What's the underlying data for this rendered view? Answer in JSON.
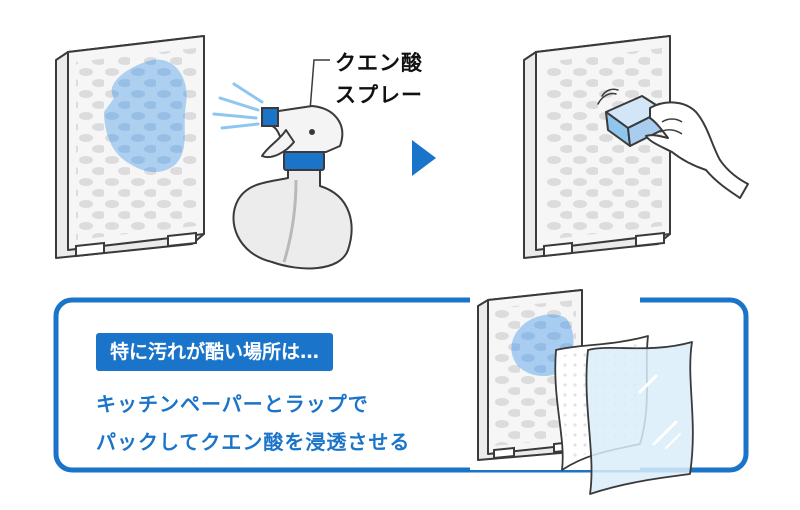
{
  "spray_label": {
    "line1": "クエン酸",
    "line2": "スプレー"
  },
  "tip_badge": "特に汚れが酷い場所は…",
  "tip_text": {
    "line1": "キッチンペーパーとラップで",
    "line2": "パックしてクエン酸を浸透させる"
  },
  "colors": {
    "accent": "#1a74c9",
    "stain": "#a9cdf0",
    "spray_mist": "#8ec6ee",
    "panel_line": "#3a3a3a"
  },
  "icons": [
    "whiteboard",
    "spray-bottle",
    "arrow-right",
    "sponge",
    "hand",
    "paper-towel",
    "plastic-wrap"
  ]
}
